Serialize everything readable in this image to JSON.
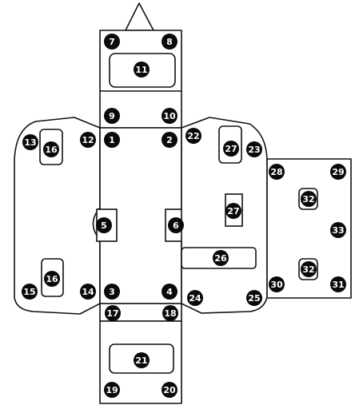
{
  "diagram": {
    "markers": [
      {
        "id": "m1",
        "label": "1"
      },
      {
        "id": "m2",
        "label": "2"
      },
      {
        "id": "m3",
        "label": "3"
      },
      {
        "id": "m4",
        "label": "4"
      },
      {
        "id": "m5",
        "label": "5"
      },
      {
        "id": "m6",
        "label": "6"
      },
      {
        "id": "m7",
        "label": "7"
      },
      {
        "id": "m8",
        "label": "8"
      },
      {
        "id": "m9",
        "label": "9"
      },
      {
        "id": "m10",
        "label": "10"
      },
      {
        "id": "m11",
        "label": "11"
      },
      {
        "id": "m12",
        "label": "12"
      },
      {
        "id": "m13",
        "label": "13"
      },
      {
        "id": "m14",
        "label": "14"
      },
      {
        "id": "m15",
        "label": "15"
      },
      {
        "id": "m16a",
        "label": "16"
      },
      {
        "id": "m16b",
        "label": "16"
      },
      {
        "id": "m17",
        "label": "17"
      },
      {
        "id": "m18",
        "label": "18"
      },
      {
        "id": "m19",
        "label": "19"
      },
      {
        "id": "m20",
        "label": "20"
      },
      {
        "id": "m21",
        "label": "21"
      },
      {
        "id": "m22",
        "label": "22"
      },
      {
        "id": "m23",
        "label": "23"
      },
      {
        "id": "m24",
        "label": "24"
      },
      {
        "id": "m25",
        "label": "25"
      },
      {
        "id": "m26",
        "label": "26"
      },
      {
        "id": "m27a",
        "label": "27"
      },
      {
        "id": "m27b",
        "label": "27"
      },
      {
        "id": "m28",
        "label": "28"
      },
      {
        "id": "m29",
        "label": "29"
      },
      {
        "id": "m30",
        "label": "30"
      },
      {
        "id": "m31",
        "label": "31"
      },
      {
        "id": "m32a",
        "label": "32"
      },
      {
        "id": "m32b",
        "label": "32"
      },
      {
        "id": "m33",
        "label": "33"
      }
    ]
  }
}
